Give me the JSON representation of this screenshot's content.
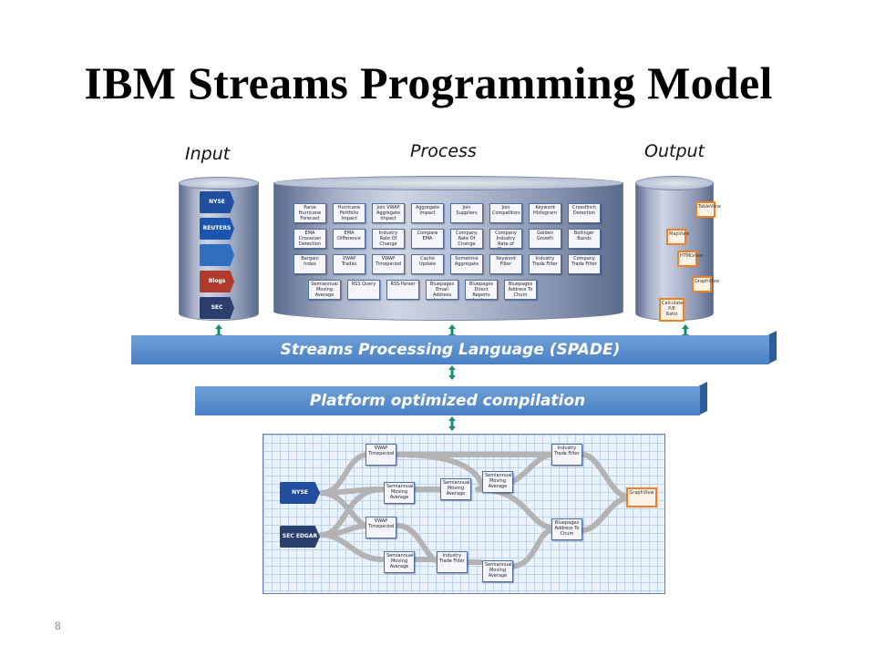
{
  "slide": {
    "title": "IBM Streams Programming Model",
    "page_number": "8"
  },
  "columns": {
    "input": "Input",
    "process": "Process",
    "output": "Output"
  },
  "bars": {
    "spl": "Streams Processing Language (SPADE)",
    "compilation": "Platform optimized compilation"
  },
  "input_sources": [
    {
      "label": "NYSE",
      "color": "#1f4f9e"
    },
    {
      "label": "REUTERS",
      "color": "#1a56b0"
    },
    {
      "label": "",
      "color": "#2f6fbd"
    },
    {
      "label": "Blogs",
      "color": "#b23a2a"
    },
    {
      "label": "SEC EDGAR",
      "color": "#2b3f6e"
    }
  ],
  "process_operators": [
    [
      "Parse Hurricane Forecast",
      "Hurricane Portfolio Impact",
      "Join VWAP Aggregate Impact",
      "Aggregate Impact",
      "Join Suppliers",
      "Join Competitors",
      "Keyword Histogram",
      "Crossfinch Detection"
    ],
    [
      "EMA Crossover Detection",
      "EMA Difference",
      "Industry Rate Of Change",
      "Compare EMA",
      "Company Rate Of Change",
      "Company Industry Rate of Change Compare",
      "Golden Growth",
      "Bollinger Bands"
    ],
    [
      "Bargain Index",
      "VWAP Trades",
      "VWAP Timeperiod",
      "Cache Update",
      "Sometime Aggregate",
      "Keyword Filter",
      "Industry Trade Filter",
      "Company Trade Filter"
    ],
    [
      "Semiannual Moving Average",
      "RSS Query",
      "RSS Parser",
      "Bluepages Email Address Lookup",
      "Bluepages Direct Reports Lookup",
      "Bluepages Address To Chum"
    ]
  ],
  "output_sinks": [
    "TableView",
    "MapView",
    "HTMLView",
    "GraphView",
    "Calculate P/E Ratio"
  ],
  "flow_graph": {
    "sources": [
      "NYSE",
      "SEC EDGAR"
    ],
    "nodes": [
      "VWAP Timeperiod",
      "Industry Trade Filter",
      "Semiannual Moving Average",
      "Semiannual Moving Average",
      "Semiannual Moving Average",
      "VWAP Timeperiod",
      "Bluepages Address To Chum",
      "Semiannual Moving Average",
      "Industry Trade Filter",
      "Semiannual Moving Average"
    ],
    "sink": "GraphView"
  }
}
